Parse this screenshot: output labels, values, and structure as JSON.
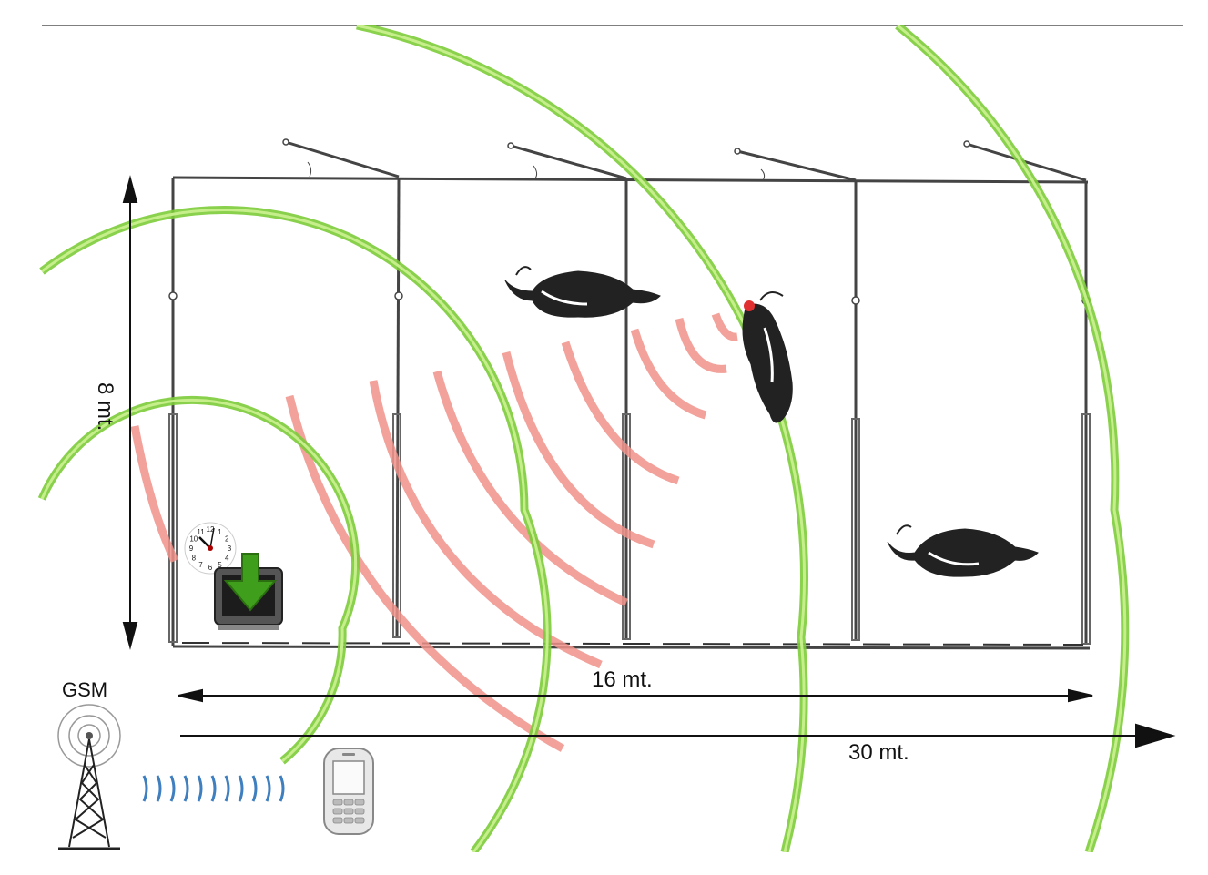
{
  "labels": {
    "height": "8 mt.",
    "width_inner": "16 mt.",
    "width_outer": "30 mt.",
    "network": "GSM"
  },
  "clock": {
    "numerals": [
      "11",
      "12",
      "1",
      "2",
      "3",
      "4",
      "5",
      "6",
      "7",
      "8",
      "9",
      "10"
    ]
  },
  "colors": {
    "range_ring": "#7dcc3a",
    "range_ring_light": "#c6ef8c",
    "signal_wave": "#f0928a",
    "gsm_wave": "#3f7fc0",
    "frame": "#444444",
    "download_arrow": "#3f9e1c"
  },
  "icons": {
    "clock": "clock-icon",
    "datalogger": "datalogger-download-icon",
    "tower": "gsm-tower-icon",
    "phone": "mobile-phone-icon",
    "cow": "cow-icon"
  }
}
